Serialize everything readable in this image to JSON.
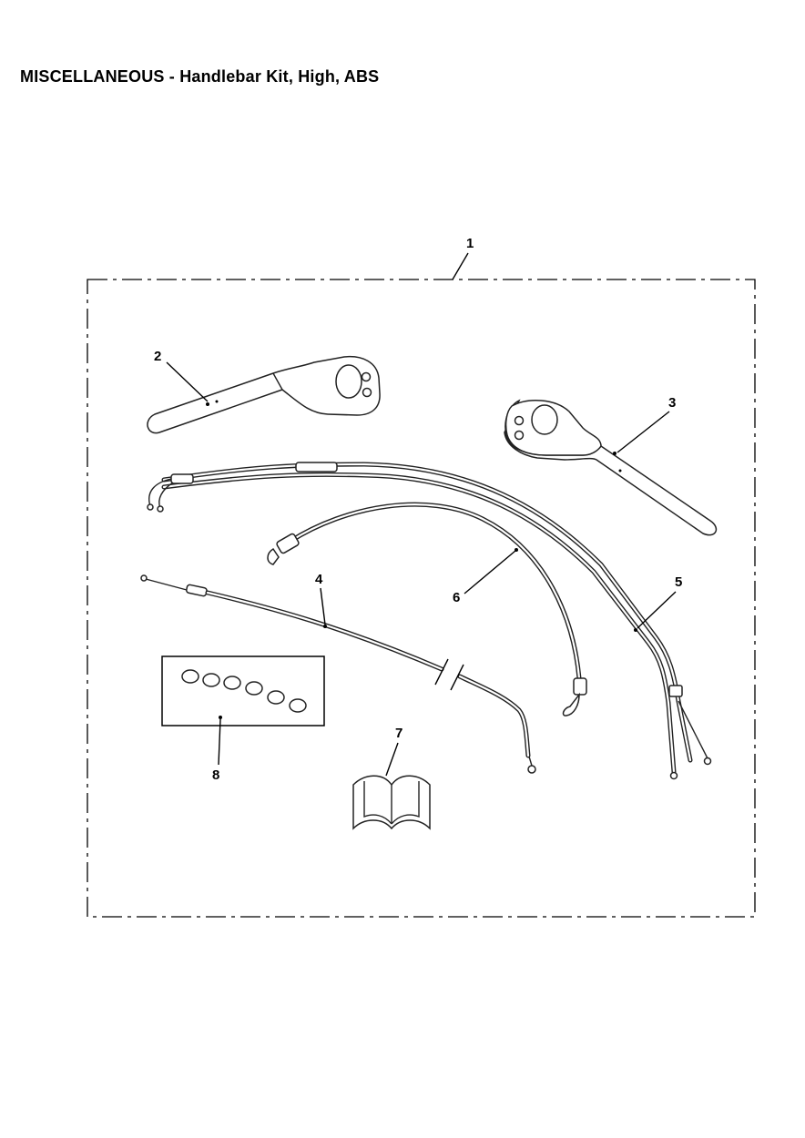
{
  "title": "MISCELLANEOUS - Handlebar Kit, High, ABS",
  "callouts": [
    {
      "id": "1",
      "label": "1"
    },
    {
      "id": "2",
      "label": "2"
    },
    {
      "id": "3",
      "label": "3"
    },
    {
      "id": "4",
      "label": "4"
    },
    {
      "id": "5",
      "label": "5"
    },
    {
      "id": "6",
      "label": "6"
    },
    {
      "id": "7",
      "label": "7"
    },
    {
      "id": "8",
      "label": "8"
    }
  ],
  "parts": {
    "kit_boundary": "dash-dot-rectangle",
    "left_handlebar": "handlebar-icon",
    "right_handlebar": "handlebar-icon",
    "clutch_cable": "cable-icon",
    "throttle_cables": "cable-icon",
    "brake_hose": "hose-icon",
    "instructions": "book-icon",
    "spacers": "washer-icon"
  }
}
